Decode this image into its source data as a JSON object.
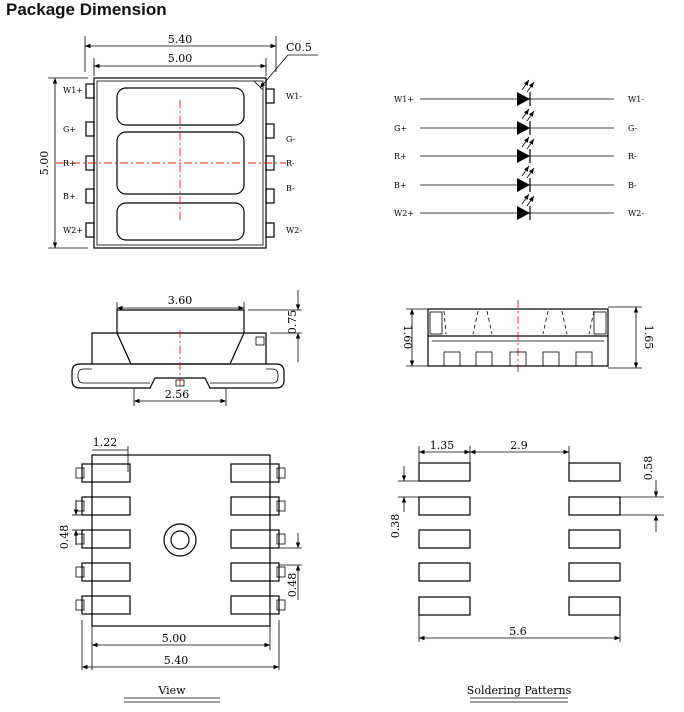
{
  "title": "Package Dimension",
  "top_view": {
    "width": "5.40",
    "inner_width": "5.00",
    "chamfer": "C0.5",
    "height": "5.00",
    "left_pins": [
      "W1+",
      "G+",
      "R+",
      "B+",
      "W2+"
    ],
    "right_pins": [
      "W1-",
      "G-",
      "R-",
      "B-",
      "W2-"
    ]
  },
  "schematic": {
    "left_pins": [
      "W1+",
      "G+",
      "R+",
      "B+",
      "W2+"
    ],
    "right_pins": [
      "W1-",
      "G-",
      "R-",
      "B-",
      "W2-"
    ]
  },
  "side_view": {
    "lens_width": "3.60",
    "lens_height": "0.75",
    "pad_width": "2.56"
  },
  "front_view": {
    "left_height": "1.60",
    "right_height": "1.65"
  },
  "bottom_view": {
    "lead": "1.22",
    "pitch": "0.48",
    "lead_width": "0.48",
    "body_width": "5.00",
    "total_width": "5.40",
    "caption": "View"
  },
  "soldering": {
    "pad_length": "1.35",
    "gap": "2.9",
    "pad_height": "0.58",
    "pad_gap": "0.38",
    "total": "5.6",
    "caption": "Soldering Patterns"
  }
}
